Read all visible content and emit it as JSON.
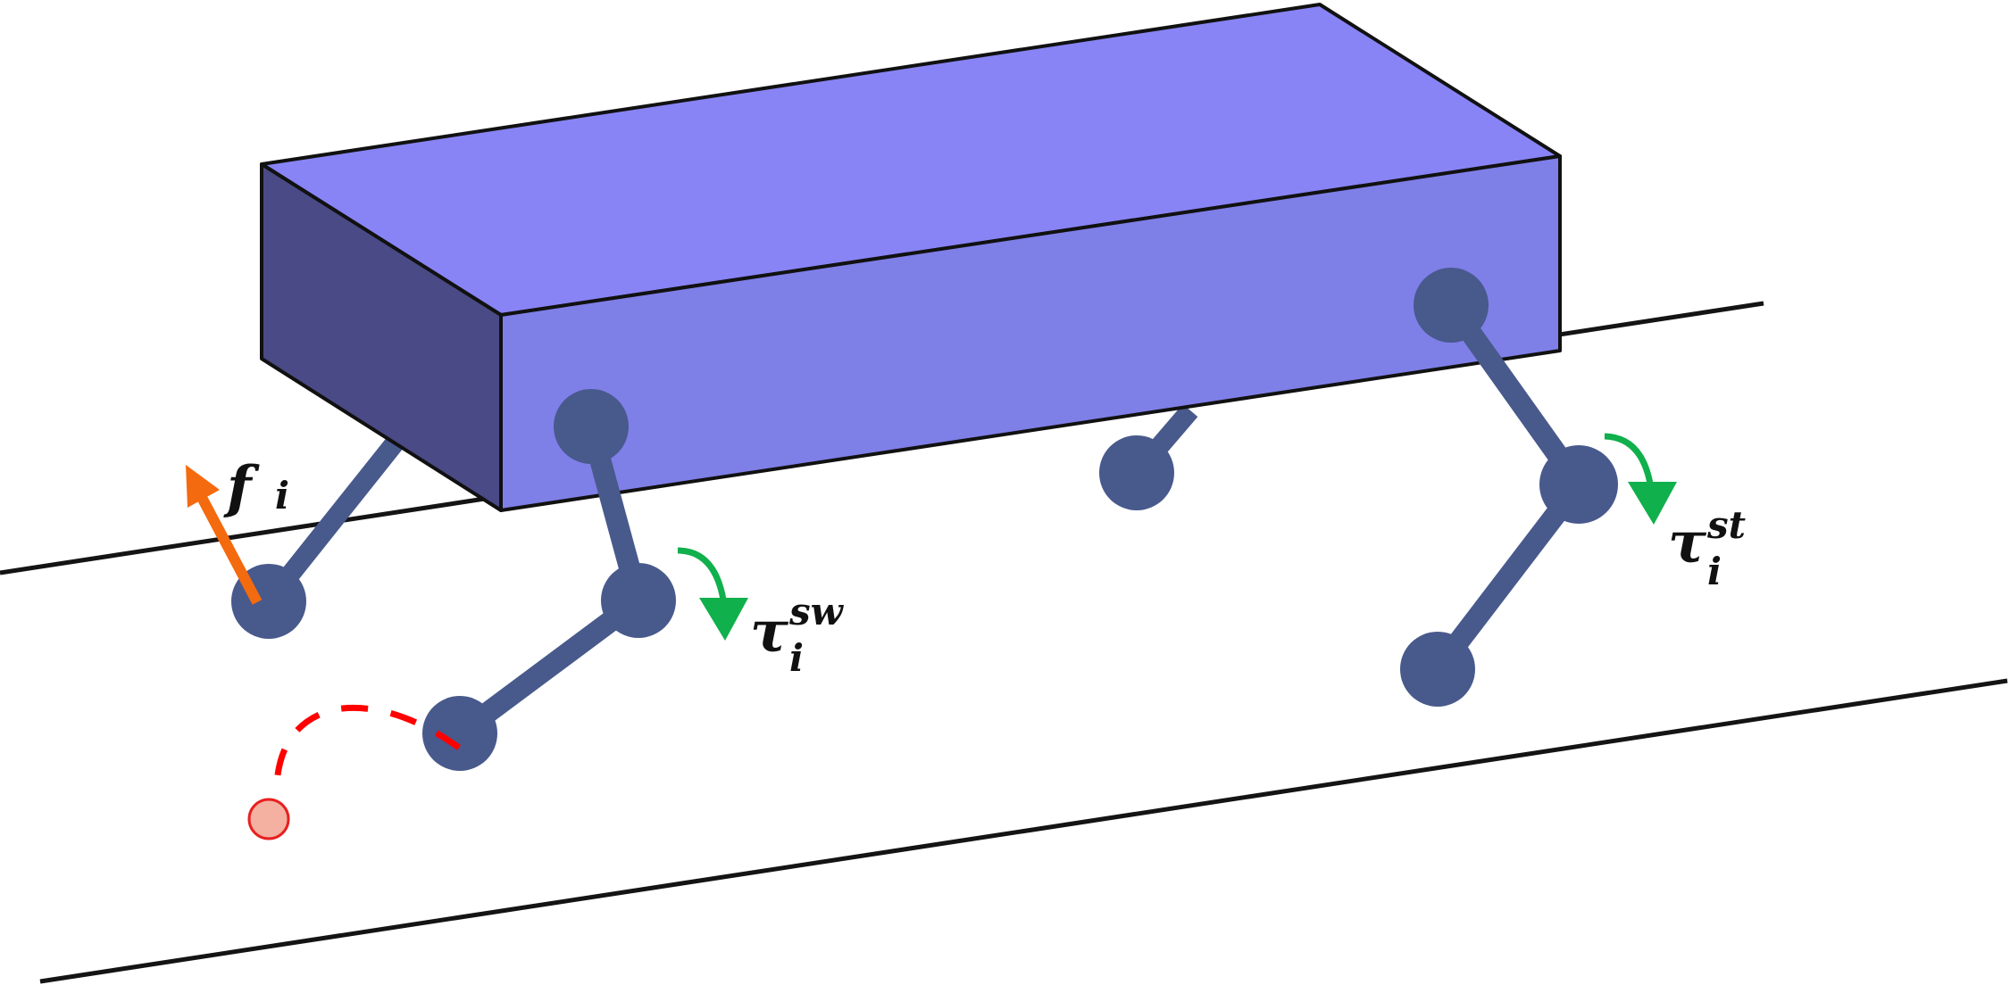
{
  "labels": {
    "force": {
      "main": "f",
      "sub": "i"
    },
    "swing_torque": {
      "main": "τ",
      "sub": "i",
      "sup": "sw"
    },
    "stance_torque": {
      "main": "τ",
      "sub": "i",
      "sup": "st"
    }
  },
  "colors": {
    "body_top": "#8884f5",
    "body_front": "#7f7fe8",
    "body_side": "#4a4a86",
    "leg": "#48598c",
    "force_arrow": "#f46a0f",
    "torque_arrow": "#10b04c",
    "swing_trajectory": "#ff0000",
    "foothold_target": "#f4b0a0",
    "ground_line": "#141414"
  },
  "icons": {
    "force": "force-arrow-icon",
    "torque": "curved-torque-arrow-icon",
    "trajectory": "dashed-swing-trajectory",
    "target": "foothold-target-icon"
  }
}
